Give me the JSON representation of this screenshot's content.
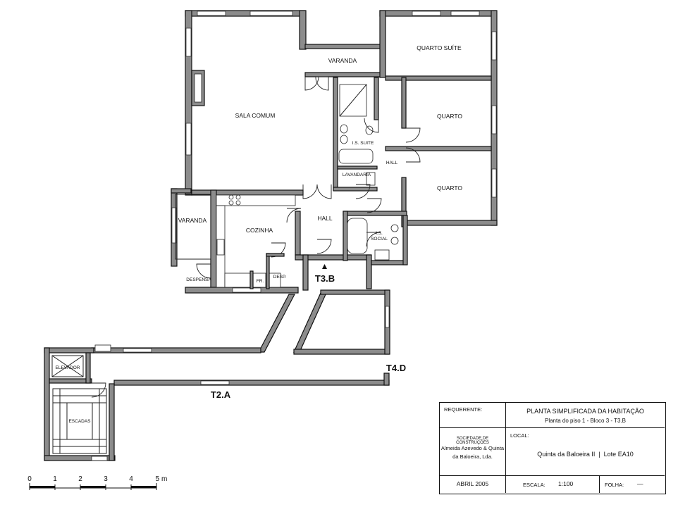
{
  "rooms": {
    "sala_comum": "SALA COMUM",
    "varanda_top": "VARANDA",
    "quarto_suite": "QUARTO SUÍTE",
    "quarto_1": "QUARTO",
    "quarto_2": "QUARTO",
    "is_suite": "I.S. SUITE",
    "lavandaria": "LAVANDARIA",
    "hall_right": "HALL",
    "hall_center": "HALL",
    "varanda_left": "VARANDA",
    "cozinha": "COZINHA",
    "despensa": "DESPENSA",
    "fr": "FR.",
    "desp": "DESP.",
    "is_social_1": "I.S.",
    "is_social_2": "SOCIAL",
    "elevador": "ELEVADOR",
    "escadas": "ESCADAS"
  },
  "units": {
    "t3b": "T3.B",
    "t4d": "T4.D",
    "t2a": "T2.A"
  },
  "scale_bar": {
    "ticks": [
      "0",
      "1",
      "2",
      "3",
      "4",
      "5 m"
    ]
  },
  "title_block": {
    "requerente_label": "REQUERENTE:",
    "title": "PLANTA SIMPLIFICADA DA HABITAÇÃO",
    "subtitle": "Planta do piso 1 - Bloco 3 - T3.B",
    "company_1": "SOCIEDADE DE CONSTRUÇÕES",
    "company_2": "Almeida Azevedo & Quinta",
    "company_3": "da Baloeira, Lda.",
    "local_label": "LOCAL:",
    "local_value": "Quinta da Baloeira II  |  Lote EA10",
    "date": "ABRIL 2005",
    "escala_label": "ESCALA:",
    "escala_value": "1:100",
    "folha_label": "FOLHA:",
    "folha_value": "—"
  }
}
